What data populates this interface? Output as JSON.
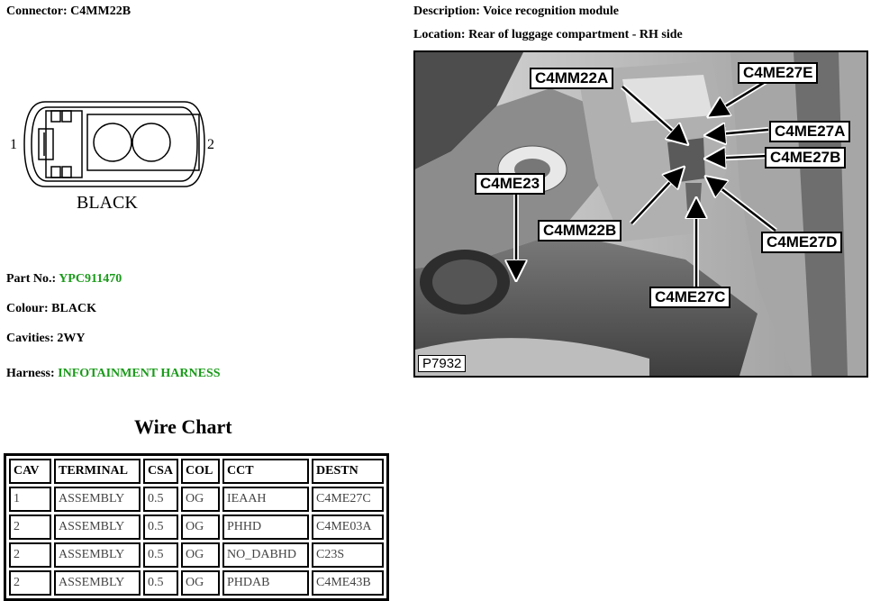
{
  "connector": {
    "label": "Connector:",
    "value": "C4MM22B"
  },
  "description": {
    "label": "Description:",
    "value": "Voice recognition module"
  },
  "location": {
    "label": "Location:",
    "value": "Rear of luggage compartment - RH side"
  },
  "diagram": {
    "pin_left": "1",
    "pin_right": "2",
    "color_label": "BLACK"
  },
  "part_no": {
    "label": "Part No.:",
    "value": "YPC911470"
  },
  "colour": {
    "label": "Colour:",
    "value": "BLACK"
  },
  "cavities": {
    "label": "Cavities:",
    "value": "2WY"
  },
  "harness": {
    "label": "Harness:",
    "value": "INFOTAINMENT HARNESS"
  },
  "wire_chart": {
    "title": "Wire Chart",
    "headers": [
      "CAV",
      "TERMINAL",
      "CSA",
      "COL",
      "CCT",
      "DESTN"
    ],
    "rows": [
      [
        "1",
        "ASSEMBLY",
        "0.5",
        "OG",
        "IEAAH",
        "C4ME27C"
      ],
      [
        "2",
        "ASSEMBLY",
        "0.5",
        "OG",
        "PHHD",
        "C4ME03A"
      ],
      [
        "2",
        "ASSEMBLY",
        "0.5",
        "OG",
        "NO_DABHD",
        "C23S"
      ],
      [
        "2",
        "ASSEMBLY",
        "0.5",
        "OG",
        "PHDAB",
        "C4ME43B"
      ]
    ]
  },
  "photo": {
    "ref": "P7932",
    "callouts": {
      "c4mm22a": "C4MM22A",
      "c4me27e": "C4ME27E",
      "c4me27a": "C4ME27A",
      "c4me27b": "C4ME27B",
      "c4me23": "C4ME23",
      "c4mm22b": "C4MM22B",
      "c4me27d": "C4ME27D",
      "c4me27c": "C4ME27C"
    }
  },
  "colors": {
    "green_text": "#1a9a1a"
  }
}
